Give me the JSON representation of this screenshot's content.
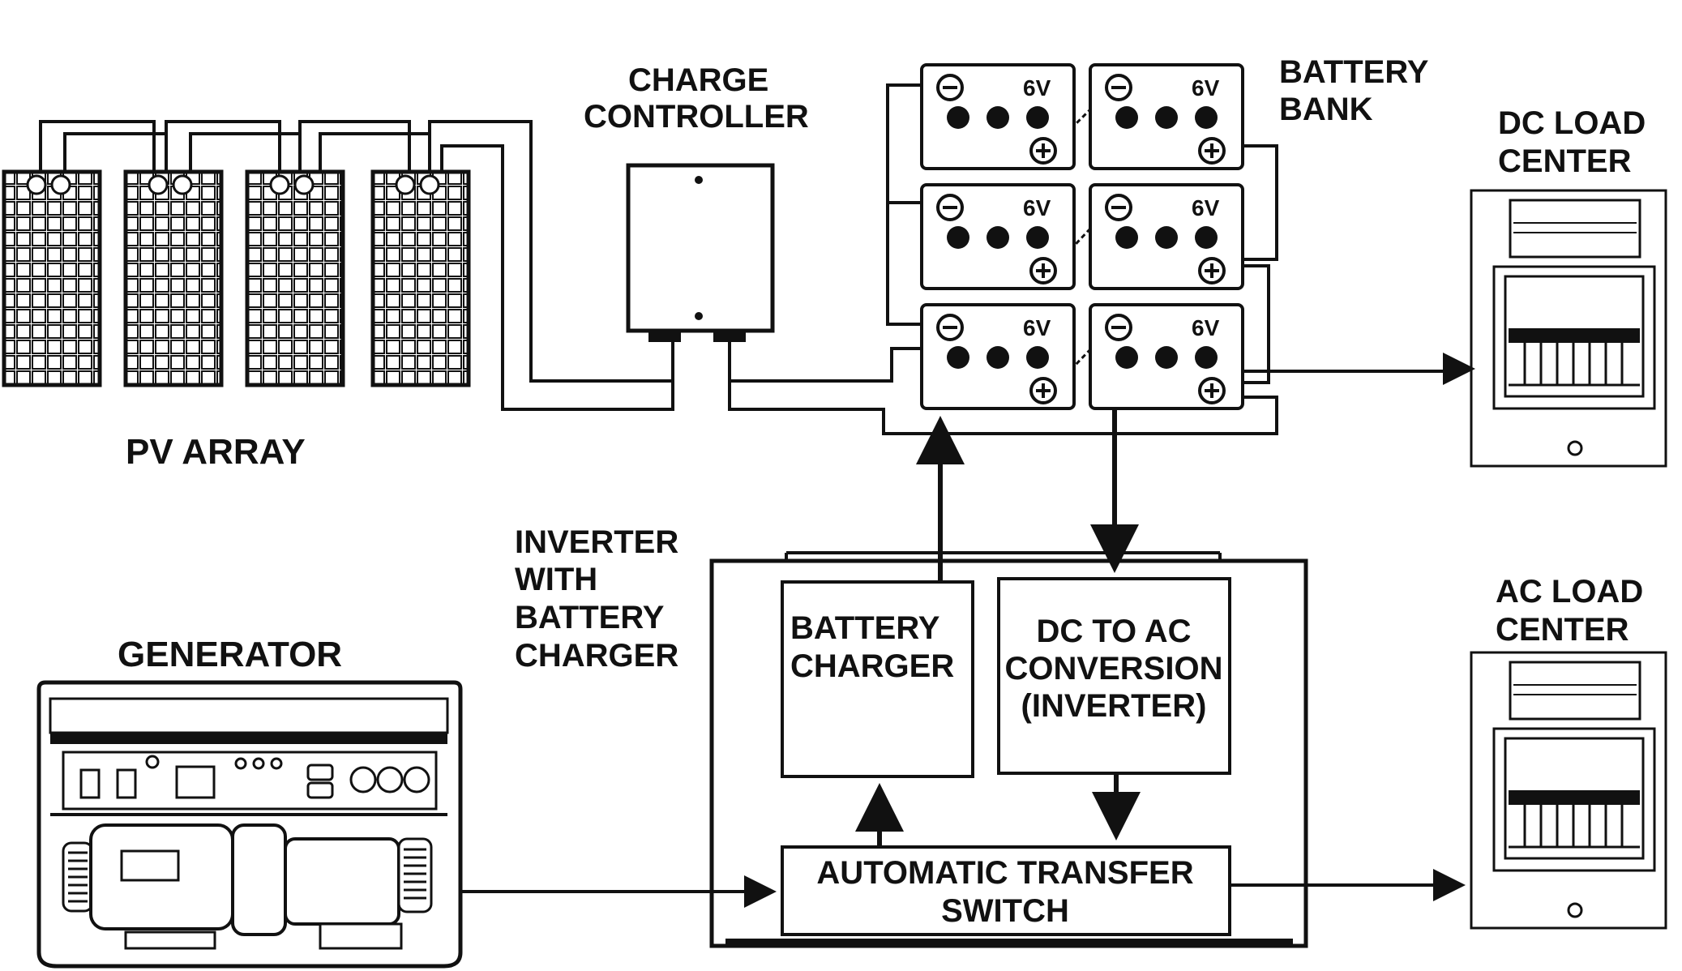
{
  "labels": {
    "pv_array": "PV ARRAY",
    "charge_controller": [
      "CHARGE",
      "CONTROLLER"
    ],
    "battery_bank": [
      "BATTERY",
      "BANK"
    ],
    "dc_load_center": [
      "DC LOAD",
      "CENTER"
    ],
    "ac_load_center": [
      "AC LOAD",
      "CENTER"
    ],
    "inverter_with_charger": [
      "INVERTER",
      "WITH",
      "BATTERY",
      "CHARGER"
    ],
    "generator": "GENERATOR",
    "battery_charger": [
      "BATTERY",
      "CHARGER"
    ],
    "dc_to_ac": [
      "DC TO AC",
      "CONVERSION",
      "(INVERTER)"
    ],
    "transfer_switch": [
      "AUTOMATIC TRANSFER",
      "SWITCH"
    ]
  },
  "battery": {
    "voltage": "6V",
    "neg": "−",
    "pos": "+"
  },
  "colors": {
    "ink": "#111111",
    "fill": "#ffffff"
  }
}
